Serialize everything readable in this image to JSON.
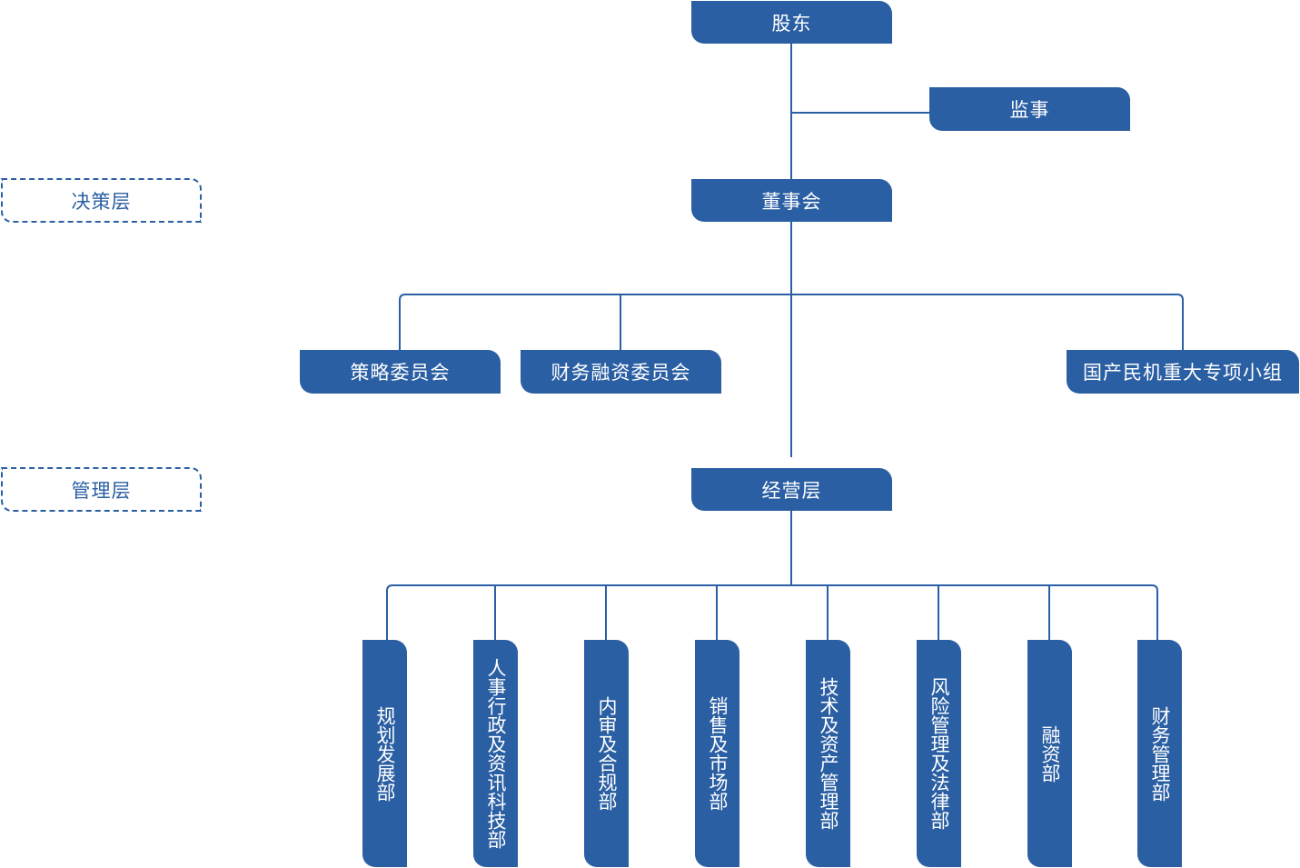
{
  "layers": {
    "decision": "决策层",
    "management": "管理层"
  },
  "nodes": {
    "shareholders": "股东",
    "supervisor": "监事",
    "board": "董事会",
    "strategy_committee": "策略委员会",
    "finance_committee": "财务融资委员会",
    "special_group": "国产民机重大专项小组",
    "operations": "经营层"
  },
  "departments": [
    "规划发展部",
    "人事行政及资讯科技部",
    "内审及合规部",
    "销售及市场部",
    "技术及资产管理部",
    "风险管理及法律部",
    "融资部",
    "财务管理部"
  ],
  "colors": {
    "box": "#2b5fa3",
    "line": "#2b5fa3",
    "text": "#ffffff"
  }
}
